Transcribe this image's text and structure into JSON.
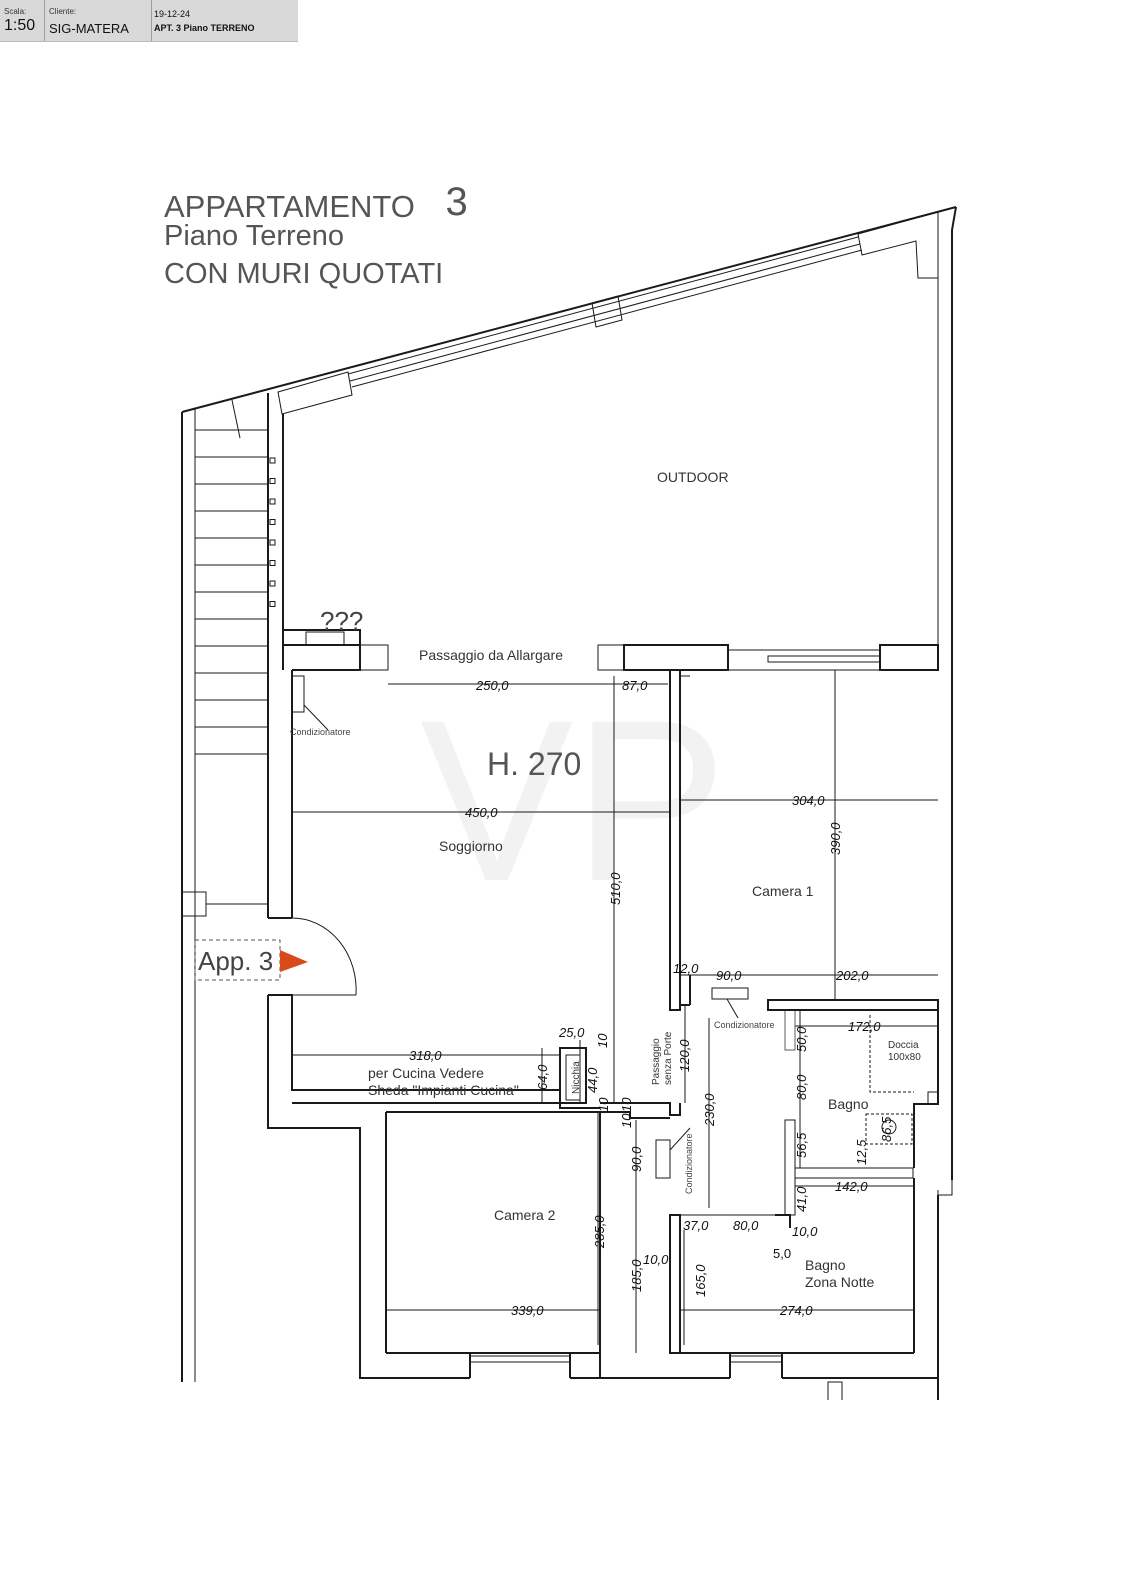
{
  "title_block": {
    "scale_label": "Scala:",
    "scale_value": "1:50",
    "client_label": "Cliente:",
    "client_value": "SIG-MATERA",
    "date": "19-12-24",
    "project": "APT. 3 Piano TERRENO"
  },
  "heading": {
    "line1": "APPARTAMENTO",
    "number": "3",
    "line2": "Piano Terreno",
    "line3": "CON MURI QUOTATI"
  },
  "rooms": {
    "outdoor": "OUTDOOR",
    "passage_widen": "Passaggio da Allargare",
    "question": "???",
    "height": "H. 270",
    "living": "Soggiorno",
    "camera1": "Camera 1",
    "camera2": "Camera 2",
    "bagno": "Bagno",
    "bagno_notte_1": "Bagno",
    "bagno_notte_2": "Zona Notte",
    "doccia_1": "Doccia",
    "doccia_2": "100x80",
    "kitchen_1": "per Cucina Vedere",
    "kitchen_2": "Sheda \"Impianti Cucina\"",
    "nicchia": "Nicchia",
    "passage_1": "Passaggio",
    "passage_2": "senza Porte",
    "entrance": "App. 3"
  },
  "ac": {
    "label": "Condizionatore"
  },
  "dimensions": {
    "d250": "250,0",
    "d87": "87,0",
    "d450": "450,0",
    "d510": "510,0",
    "d304": "304,0",
    "d390": "390,0",
    "d12": "12,0",
    "d90a": "90,0",
    "d202": "202,0",
    "d172": "172,0",
    "d50": "50,0",
    "d80a": "80,0",
    "d56": "56,5",
    "d12b": "12,5",
    "d86": "86,5",
    "d142": "142,0",
    "d41": "41,0",
    "d10a": "10,0",
    "d5": "5,0",
    "d80b": "80,0",
    "d37": "37,0",
    "d318": "318,0",
    "d64": "64,0",
    "d44": "44,0",
    "d25": "25,0",
    "d10b": "10",
    "d10c": "10",
    "d10d": "10",
    "d10e": "10",
    "d120": "120,0",
    "d230": "230,0",
    "d90b": "90,0",
    "d285": "285,0",
    "d185": "185,0",
    "d10f": "10,0",
    "d165": "165,0",
    "d339": "339,0",
    "d274": "274,0"
  },
  "colors": {
    "ac_yellow": "#e8e84a",
    "arrow_red": "#d94a1a",
    "hatch_red": "#c23b3b",
    "olive": "#8a8a2a",
    "heading_gray": "#555555"
  }
}
